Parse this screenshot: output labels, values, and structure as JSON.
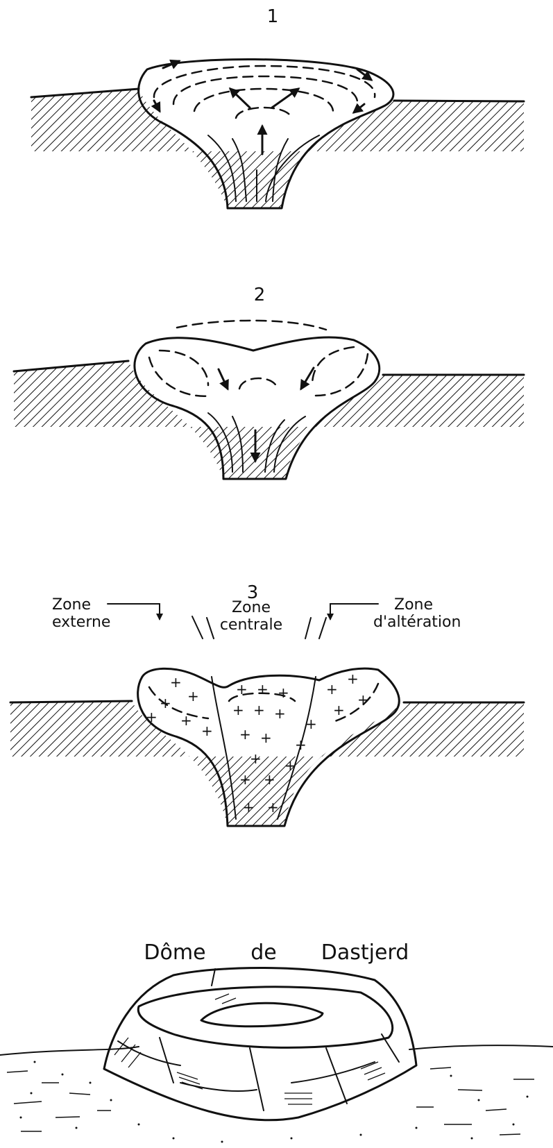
{
  "panels": [
    {
      "number": "1",
      "arrow_direction": "up-outward"
    },
    {
      "number": "2",
      "arrow_direction": "down-inward"
    },
    {
      "number": "3",
      "arrow_direction": "none"
    }
  ],
  "panel3_labels": {
    "left_line1": "Zone",
    "left_line2": "externe",
    "center_line1": "Zone",
    "center_line2": "centrale",
    "right_line1": "Zone",
    "right_line2": "d'altération"
  },
  "dome_title": {
    "word1": "Dôme",
    "word2": "de",
    "word3": "Dastjerd"
  },
  "colors": {
    "ink": "#111111",
    "paper": "#ffffff"
  }
}
